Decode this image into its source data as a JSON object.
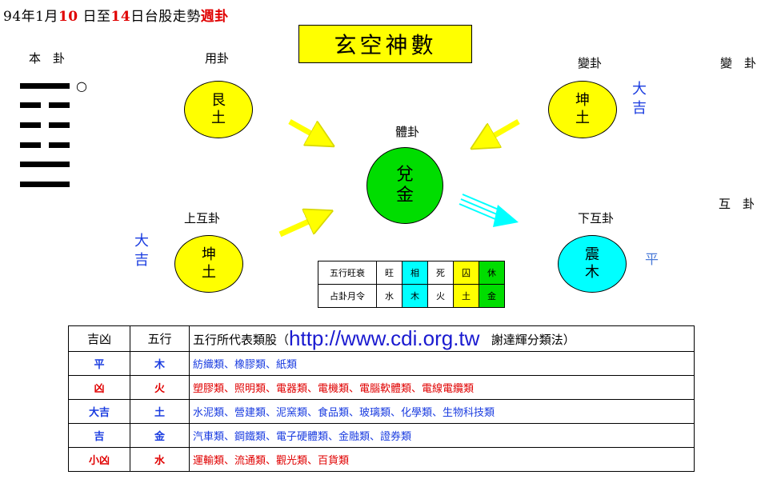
{
  "header": {
    "part1": "94年1月",
    "day_start": "10",
    "part2": " 日至",
    "day_end": "14",
    "part3": "日台股走勢",
    "suffix": "週卦"
  },
  "title": "玄空神數",
  "labels": {
    "ben_gua": "本　卦",
    "yong_gua": "用卦",
    "bian_gua_inner": "變卦",
    "bian_gua_outer": "變　卦",
    "ti_gua": "體卦",
    "shang_hu_gua": "上互卦",
    "xia_hu_gua": "下互卦",
    "hu_gua_outer": "互　卦"
  },
  "circles": {
    "yong": {
      "l1": "艮",
      "l2": "土"
    },
    "bian": {
      "l1": "坤",
      "l2": "土"
    },
    "ti": {
      "l1": "兌",
      "l2": "金"
    },
    "shang_hu": {
      "l1": "坤",
      "l2": "土"
    },
    "xia_hu": {
      "l1": "震",
      "l2": "木"
    }
  },
  "notes": {
    "bian_l1": "大",
    "bian_l2": "吉",
    "shang_hu_l1": "大",
    "shang_hu_l2": "吉",
    "xia_hu": "平",
    "moving_line_mark": "○"
  },
  "element_table": {
    "row1_label": "五行旺衰",
    "row1": [
      "旺",
      "相",
      "死",
      "囚",
      "休"
    ],
    "row2_label": "占卦月令",
    "row2": [
      "水",
      "木",
      "火",
      "土",
      "金"
    ],
    "row_colors": [
      "#ffffff",
      "#00ffff",
      "#ffffff",
      "#ffff00",
      "#00dd00"
    ]
  },
  "class_table": {
    "head": {
      "c1": "吉凶",
      "c2": "五行",
      "c3_prefix": "五行所代表類股（",
      "url": "http://www.cdi.org.tw",
      "c3_suffix": "謝達輝分類法）"
    },
    "rows": [
      {
        "luck": "平",
        "elem": "木",
        "stocks": "紡織類、橡膠類、紙類",
        "color": "#1a3ce0"
      },
      {
        "luck": "凶",
        "elem": "火",
        "stocks": "塑膠類、照明類、電器類、電機類、電腦軟體類、電線電纜類",
        "color": "#e00000"
      },
      {
        "luck": "大吉",
        "elem": "土",
        "stocks": "水泥類、營建類、泥窯類、食品類、玻璃類、化學類、生物科技類",
        "color": "#1a3ce0"
      },
      {
        "luck": "吉",
        "elem": "金",
        "stocks": "汽車類、鋼鐵類、電子硬體類、金融類、證券類",
        "color": "#1a3ce0"
      },
      {
        "luck": "小凶",
        "elem": "水",
        "stocks": "運輸類、流通類、觀光類、百貨類",
        "color": "#e00000"
      }
    ]
  }
}
